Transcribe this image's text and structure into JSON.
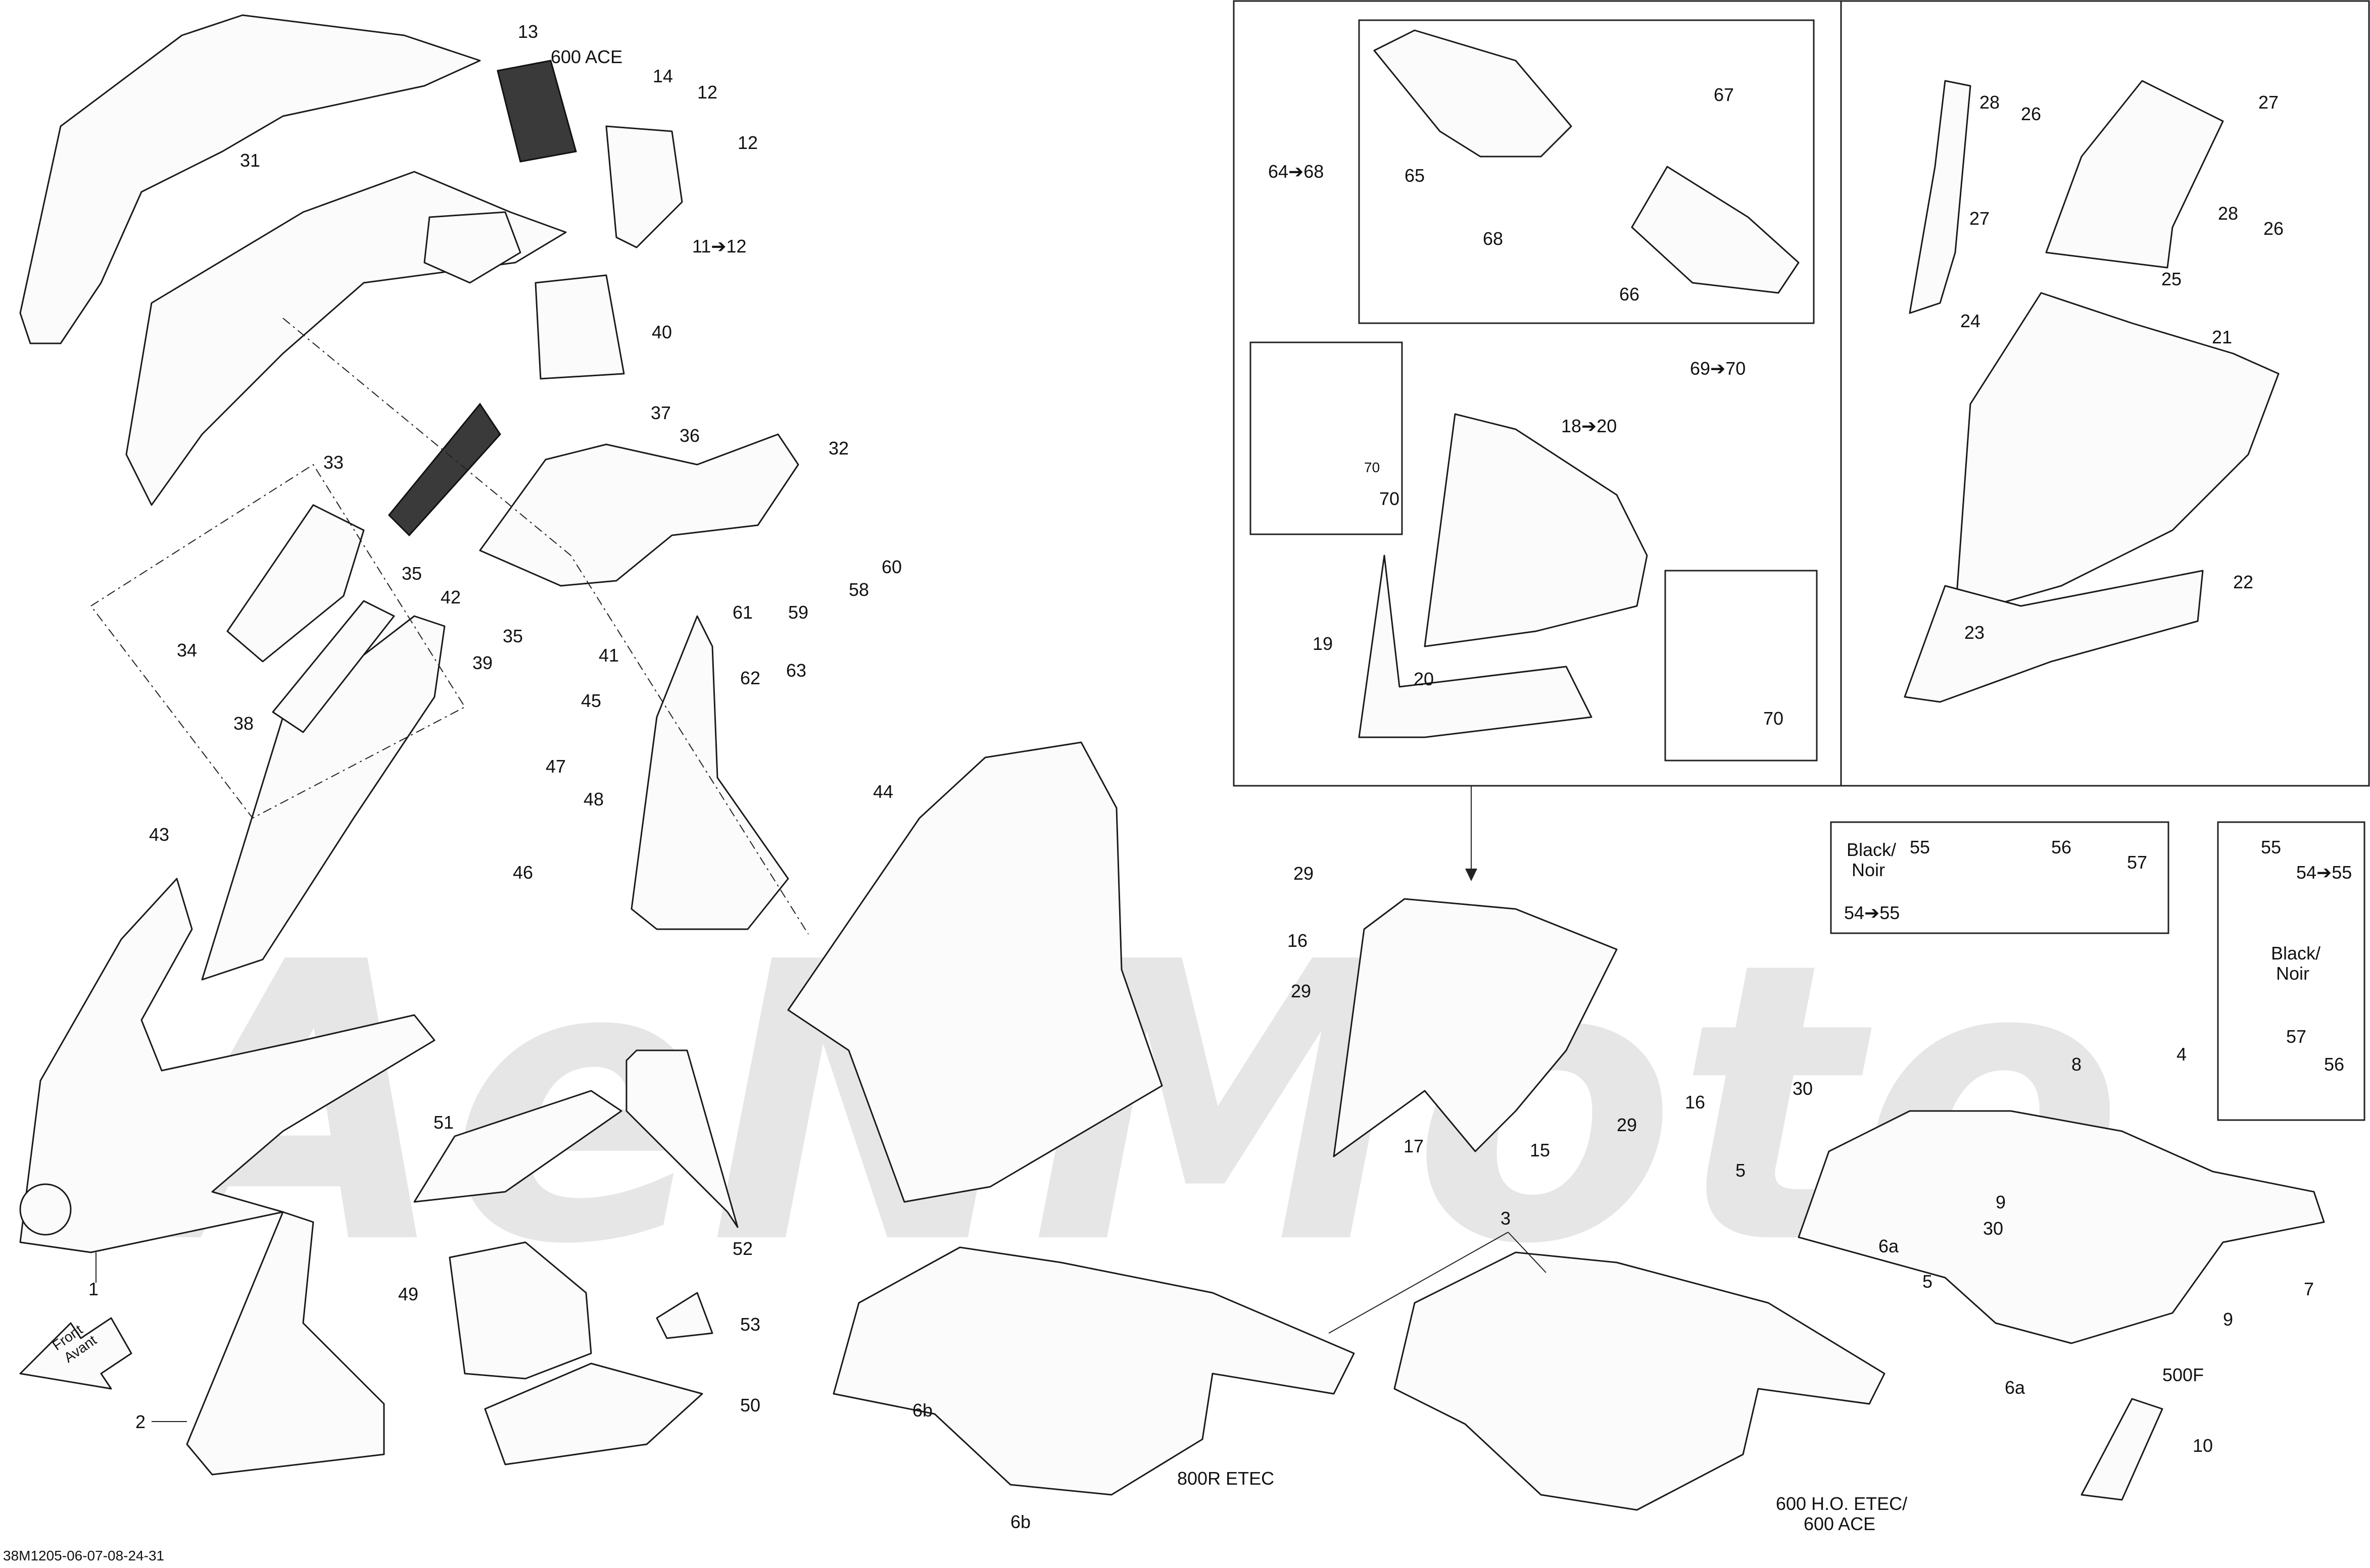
{
  "watermark": "AeNMoto",
  "drawing_code": "38M1205-06-07-08-24-31",
  "direction_arrow": {
    "line1": "Front",
    "line2": "Avant"
  },
  "variants": {
    "ace600_top": "600 ACE",
    "etec800r": "800R ETEC",
    "ho_etec_line1": "600 H.O. ETEC/",
    "ho_etec_line2": "600 ACE",
    "f500": "500F"
  },
  "colour_note": {
    "line1": "Black/",
    "line2": "Noir"
  },
  "callouts": {
    "c1": "1",
    "c2": "2",
    "c3": "3",
    "c4": "4",
    "c5a": "5",
    "c5b": "5",
    "c6a1": "6a",
    "c6a2": "6a",
    "c6b1": "6b",
    "c6b2": "6b",
    "c7": "7",
    "c8": "8",
    "c9a": "9",
    "c9b": "9",
    "c10": "10",
    "c11_12": "11➔12",
    "c12a": "12",
    "c12b": "12",
    "c13": "13",
    "c14": "14",
    "c15": "15",
    "c16a": "16",
    "c16b": "16",
    "c17": "17",
    "c18_20": "18➔20",
    "c19": "19",
    "c20": "20",
    "c21": "21",
    "c22": "22",
    "c23": "23",
    "c24": "24",
    "c25": "25",
    "c26a": "26",
    "c26b": "26",
    "c27a": "27",
    "c27b": "27",
    "c28a": "28",
    "c28b": "28",
    "c29a": "29",
    "c29b": "29",
    "c29c": "29",
    "c30a": "30",
    "c30b": "30",
    "c31": "31",
    "c32": "32",
    "c33": "33",
    "c34": "34",
    "c35a": "35",
    "c35b": "35",
    "c36": "36",
    "c37": "37",
    "c38": "38",
    "c39": "39",
    "c40": "40",
    "c41": "41",
    "c42": "42",
    "c43": "43",
    "c44": "44",
    "c45": "45",
    "c46": "46",
    "c47": "47",
    "c48": "48",
    "c49": "49",
    "c50": "50",
    "c51": "51",
    "c52": "52",
    "c53": "53",
    "c54_55a": "54➔55",
    "c54_55b": "54➔55",
    "c55a": "55",
    "c55b": "55",
    "c56a": "56",
    "c56b": "56",
    "c57a": "57",
    "c57b": "57",
    "c58": "58",
    "c59": "59",
    "c60": "60",
    "c61": "61",
    "c62": "62",
    "c63": "63",
    "c64_68": "64➔68",
    "c65": "65",
    "c66": "66",
    "c67": "67",
    "c68": "68",
    "c69_70": "69➔70",
    "c70a": "70",
    "c70b": "70",
    "c70c": "70"
  }
}
